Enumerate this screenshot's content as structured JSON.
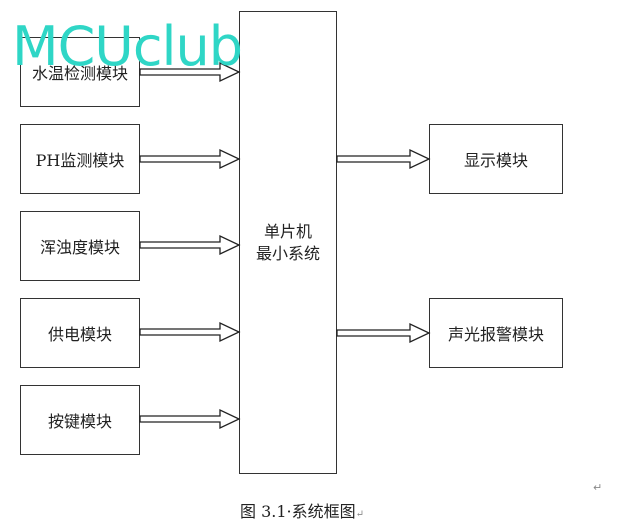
{
  "inputs": [
    {
      "label": "水温检测模块"
    },
    {
      "label": "PH监测模块"
    },
    {
      "label": "浑浊度模块"
    },
    {
      "label": "供电模块"
    },
    {
      "label": "按键模块"
    }
  ],
  "mcu": {
    "line1": "单片机",
    "line2": "最小系统"
  },
  "outputs": [
    {
      "label": "显示模块"
    },
    {
      "label": "声光报警模块"
    }
  ],
  "caption": "图 3.1·系统框图",
  "watermark": "MCUclub",
  "paragraph_mark": "↵"
}
